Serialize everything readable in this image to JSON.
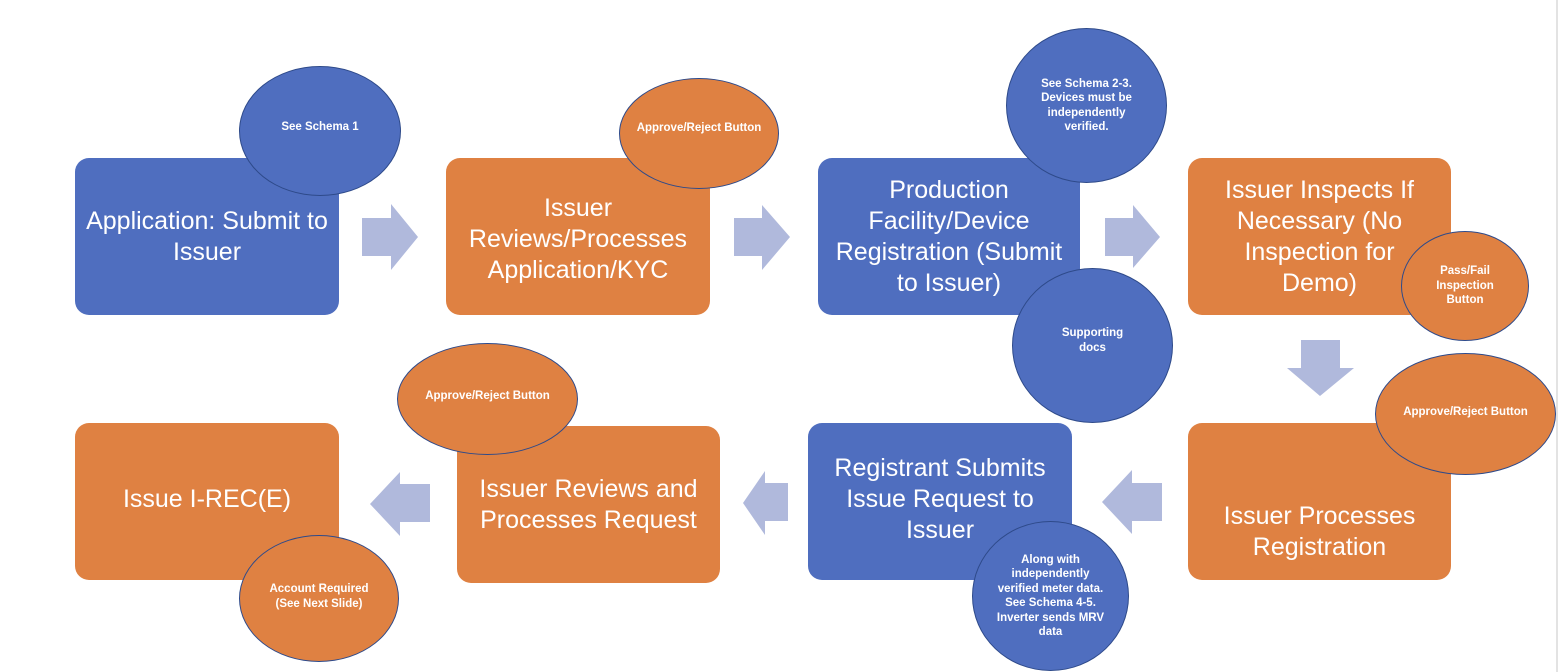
{
  "diagram": {
    "colors": {
      "blue": "#4f6ebf",
      "orange": "#df8142",
      "arrow": "#b0b9dc",
      "bubble_border": "#2e4a8a"
    },
    "steps": [
      {
        "id": "step-1",
        "label": "Application: Submit to Issuer",
        "color": "blue"
      },
      {
        "id": "step-2",
        "label": "Issuer Reviews/Processes Application/KYC",
        "color": "orange"
      },
      {
        "id": "step-3",
        "label": "Production Facility/Device Registration (Submit to Issuer)",
        "color": "blue"
      },
      {
        "id": "step-4",
        "label": "Issuer Inspects If Necessary (No Inspection for Demo)",
        "color": "orange"
      },
      {
        "id": "step-5",
        "label": "Issuer Processes Registration",
        "color": "orange"
      },
      {
        "id": "step-6",
        "label": "Registrant Submits Issue Request to Issuer",
        "color": "blue"
      },
      {
        "id": "step-7",
        "label": "Issuer Reviews and Processes Request",
        "color": "orange"
      },
      {
        "id": "step-8",
        "label": "Issue I-REC(E)",
        "color": "orange"
      }
    ],
    "notes": [
      {
        "step": "step-1",
        "text": "See Schema 1",
        "color": "blue"
      },
      {
        "step": "step-2",
        "text": "Approve/Reject Button",
        "color": "orange"
      },
      {
        "step": "step-3",
        "text": "See Schema 2-3. Devices must be independently verified.",
        "color": "blue"
      },
      {
        "step": "step-3",
        "text": "Supporting docs",
        "color": "blue"
      },
      {
        "step": "step-4",
        "text": "Pass/Fail Inspection Button",
        "color": "orange"
      },
      {
        "step": "step-5",
        "text": "Approve/Reject Button",
        "color": "orange"
      },
      {
        "step": "step-6",
        "text": "Along with independently verified meter data. See Schema 4-5. Inverter sends MRV data",
        "color": "blue"
      },
      {
        "step": "step-7",
        "text": "Approve/Reject Button",
        "color": "orange"
      },
      {
        "step": "step-8",
        "text": "Account Required (See Next Slide)",
        "color": "orange"
      }
    ],
    "arrows": [
      {
        "from": "step-1",
        "to": "step-2",
        "direction": "right"
      },
      {
        "from": "step-2",
        "to": "step-3",
        "direction": "right"
      },
      {
        "from": "step-3",
        "to": "step-4",
        "direction": "right"
      },
      {
        "from": "step-4",
        "to": "step-5",
        "direction": "down"
      },
      {
        "from": "step-5",
        "to": "step-6",
        "direction": "left"
      },
      {
        "from": "step-6",
        "to": "step-7",
        "direction": "left"
      },
      {
        "from": "step-7",
        "to": "step-8",
        "direction": "left"
      }
    ]
  }
}
